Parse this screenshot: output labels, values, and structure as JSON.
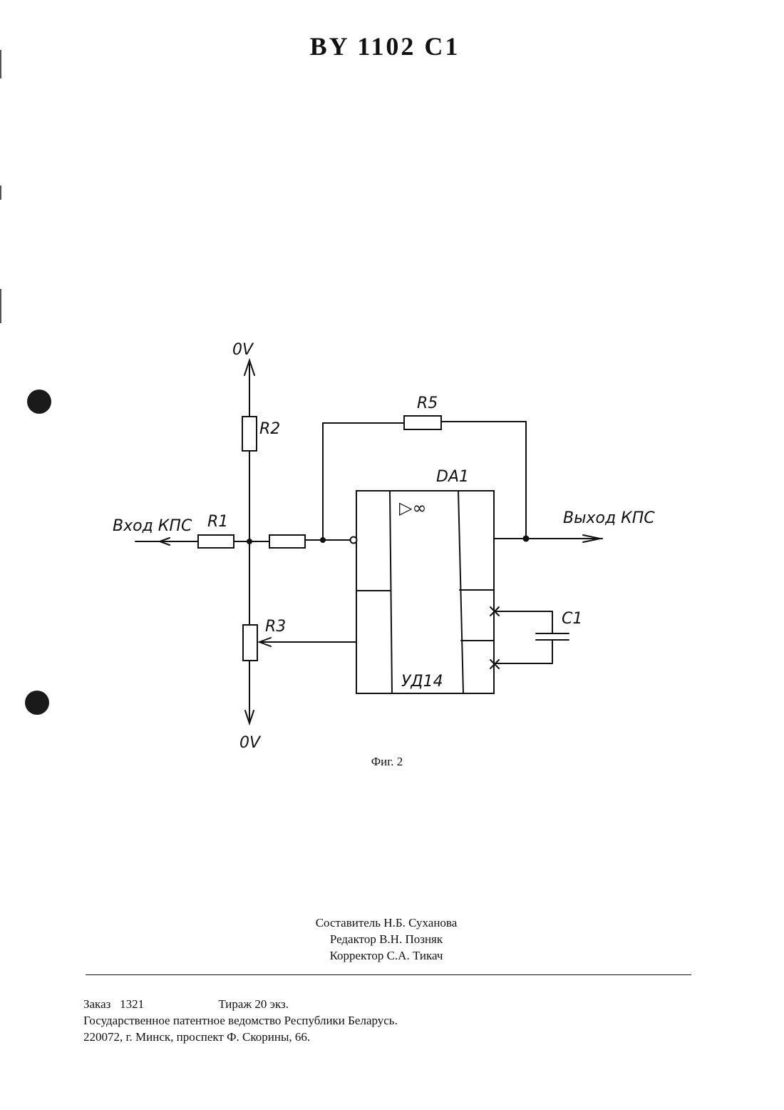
{
  "header": {
    "patent_number": "BY 1102 C1"
  },
  "schematic": {
    "labels": {
      "top_supply": "0V",
      "bottom_supply": "0V",
      "r1": "R1",
      "r2": "R2",
      "r3": "R3",
      "r5": "R5",
      "da1": "DA1",
      "c1": "C1",
      "chip_type": "УД14",
      "amp_symbol": "▷∞",
      "input": "Вход КПС",
      "output": "Выход КПС"
    }
  },
  "figure": {
    "caption": "Фиг. 2"
  },
  "credits": [
    "Составитель Н.Б. Суханова",
    "Редактор В.Н. Позняк",
    "Корректор С.А. Тикач"
  ],
  "footer": {
    "order": "Заказ   1321",
    "print_run": "Тираж 20 экз.",
    "publisher": "Государственное патентное ведомство Республики Беларусь.",
    "address": "220072, г. Минск, проспект Ф. Скорины, 66."
  }
}
